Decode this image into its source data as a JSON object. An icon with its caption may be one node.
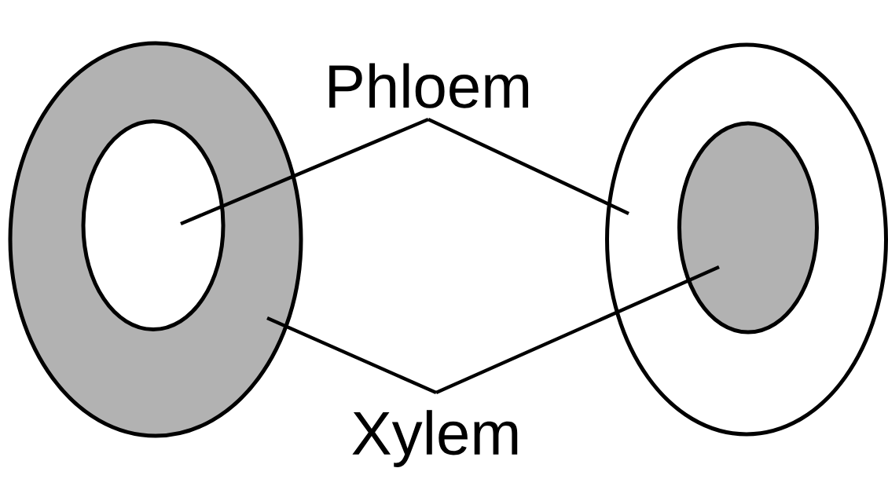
{
  "diagram": {
    "nodes": [
      {
        "text": [],
        "shape": "ellipse"
      },
      {
        "text": [],
        "shape": "ellipse",
        "in": 0
      },
      {
        "text": [],
        "shape": "ellipse"
      },
      {
        "text": [],
        "shape": "ellipse",
        "in": 2
      },
      {
        "text": [
          "Phloem"
        ]
      },
      {
        "text": [
          "Xylem"
        ]
      }
    ],
    "edges": [
      {
        "from": 4,
        "to": 1,
        "arrow": "none"
      },
      {
        "from": 4,
        "to": 2,
        "arrow": "none"
      },
      {
        "from": 5,
        "to": 0,
        "arrow": "none"
      },
      {
        "from": 5,
        "to": 3,
        "arrow": "none"
      }
    ]
  }
}
